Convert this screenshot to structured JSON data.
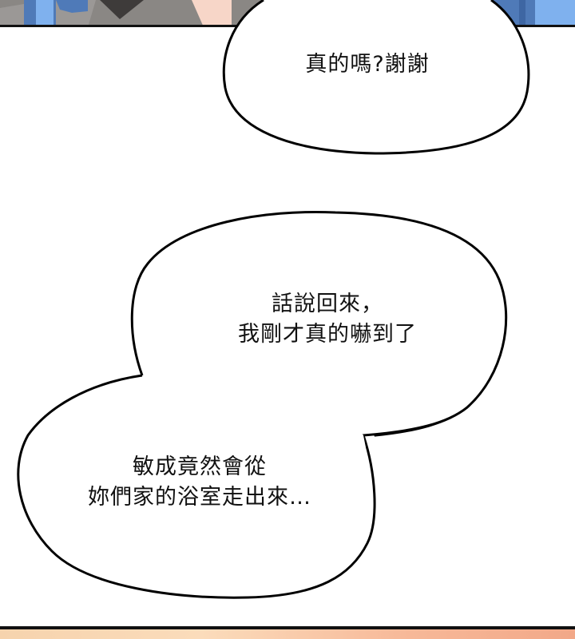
{
  "comic": {
    "panel_top": {
      "description": "scene with blue door frame, grey pavement, dark bag",
      "colors": {
        "blue": "#5a86c4",
        "light_blue": "#7fb1ee",
        "pavement": "#8a8784",
        "skin": "#f7d6c8",
        "dark": "#3e3b3a"
      }
    },
    "bubbles": [
      {
        "lines": [
          "真的嗎?謝謝"
        ]
      },
      {
        "lines": [
          "話說回來，",
          "我剛才真的嚇到了"
        ]
      },
      {
        "lines": [
          "敏成竟然會從",
          "妳們家的浴室走出來…"
        ]
      }
    ],
    "panel_bottom": {
      "colors": {
        "start": "#f6d3ad",
        "end": "#f2a888"
      }
    }
  }
}
